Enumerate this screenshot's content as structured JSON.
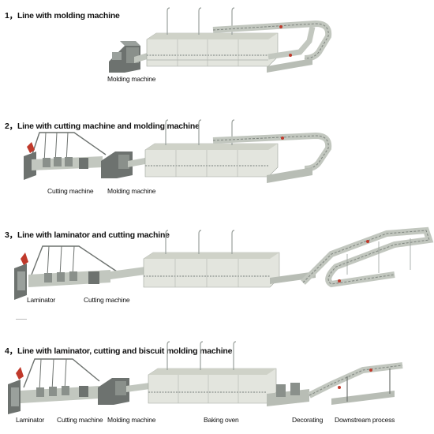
{
  "lines": [
    {
      "title": "1，Line with molding machine",
      "labels": [
        "Molding machine"
      ]
    },
    {
      "title": "2，Line with cutting machine and molding machine",
      "labels": [
        "Cutting machine",
        "Molding machine"
      ]
    },
    {
      "title": "3，Line with laminator and cutting machine",
      "labels": [
        "Laminator",
        "Cutting machine"
      ]
    },
    {
      "title": "4，Line with laminator, cutting and biscuit molding machine",
      "labels": [
        "Laminator",
        "Cutting machine",
        "Molding machine",
        "Baking oven",
        "Decorating",
        "Downstream process"
      ]
    }
  ],
  "colors": {
    "oven_body": "#e3e5de",
    "oven_top": "#cfd2c8",
    "machine_dark": "#6d726f",
    "machine_mid": "#9aa09c",
    "conveyor": "#c2c7bf",
    "accent_red": "#c0392b",
    "product": "#d7b98a"
  }
}
